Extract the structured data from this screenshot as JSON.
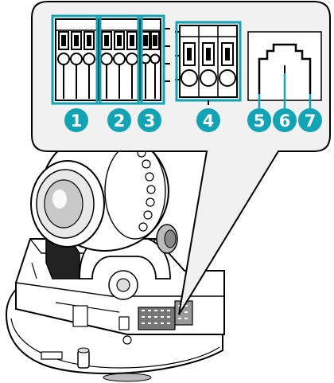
{
  "colors": {
    "callout_fill": "#f1f1f1",
    "callout_border": "#000000",
    "highlight_box": "#14a3b3",
    "marker_fill": "#12a3b5",
    "marker_text": "#ffffff"
  },
  "markers": [
    {
      "id": "1",
      "label": "1"
    },
    {
      "id": "2",
      "label": "2"
    },
    {
      "id": "3",
      "label": "3"
    },
    {
      "id": "4",
      "label": "4"
    },
    {
      "id": "5",
      "label": "5"
    },
    {
      "id": "6",
      "label": "6"
    },
    {
      "id": "7",
      "label": "7"
    }
  ],
  "icons": {
    "camera": "dome-camera-illustration",
    "terminal": "terminal-block-icon",
    "port": "rj45-port-icon"
  }
}
